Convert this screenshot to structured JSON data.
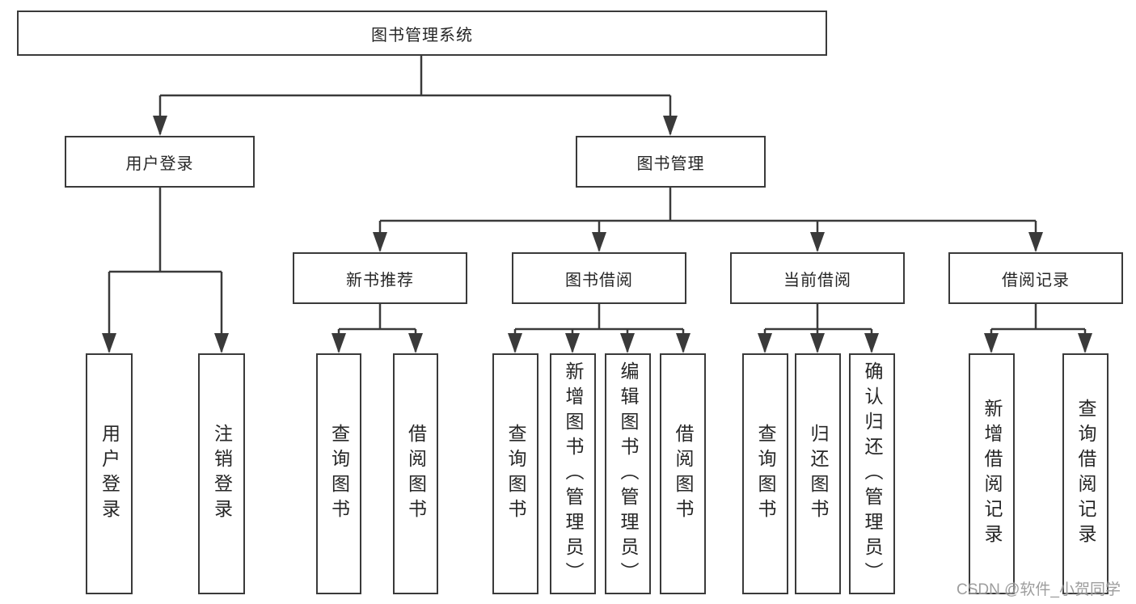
{
  "colors": {
    "line": "#3a3a3a",
    "box_border": "#3a3a3a",
    "box_bg": "#ffffff",
    "text": "#262626",
    "watermark": "#8c8c8c"
  },
  "tree": {
    "root": {
      "label": "图书管理系统"
    },
    "children": [
      {
        "label": "用户登录",
        "children": [
          {
            "label": "用户登录"
          },
          {
            "label": "注销登录"
          }
        ]
      },
      {
        "label": "图书管理",
        "children": [
          {
            "label": "新书推荐",
            "children": [
              {
                "label": "查询图书"
              },
              {
                "label": "借阅图书"
              }
            ]
          },
          {
            "label": "图书借阅",
            "children": [
              {
                "label": "查询图书"
              },
              {
                "label": "新增图书（管理员）"
              },
              {
                "label": "编辑图书（管理员）"
              },
              {
                "label": "借阅图书"
              }
            ]
          },
          {
            "label": "当前借阅",
            "children": [
              {
                "label": "查询图书"
              },
              {
                "label": "归还图书"
              },
              {
                "label": "确认归还（管理员）"
              }
            ]
          },
          {
            "label": "借阅记录",
            "children": [
              {
                "label": "新增借阅记录"
              },
              {
                "label": "查询借阅记录"
              }
            ]
          }
        ]
      }
    ]
  },
  "watermark": {
    "text": "CSDN @软件_小贺同学"
  }
}
